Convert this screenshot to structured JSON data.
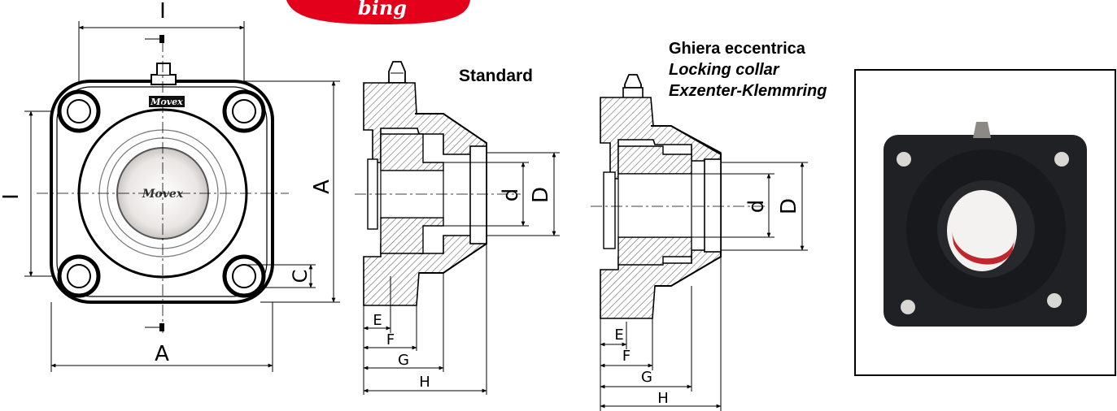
{
  "badge": {
    "text": "bing",
    "color": "#e3001b"
  },
  "brand": {
    "mark_top": "Movex",
    "mark_center": "Movex"
  },
  "front_view": {
    "dim_top": "I",
    "dim_left": "I",
    "dim_right": "A",
    "dim_bottom": "A",
    "dim_c": "C"
  },
  "standard_view": {
    "title": "Standard",
    "dims": {
      "d": "d",
      "D": "D",
      "E": "E",
      "F": "F",
      "G": "G",
      "H": "H"
    }
  },
  "collar_view": {
    "title_it": "Ghiera eccentrica",
    "title_en": "Locking collar",
    "title_de": "Exzenter-Klemmring",
    "dims": {
      "d": "d",
      "D": "D",
      "E": "E",
      "F": "F",
      "G": "G",
      "H": "H"
    }
  },
  "photo": {
    "colors": {
      "housing": "#1f2124",
      "frame": "#000000",
      "inner_red": "#c0262c"
    }
  }
}
